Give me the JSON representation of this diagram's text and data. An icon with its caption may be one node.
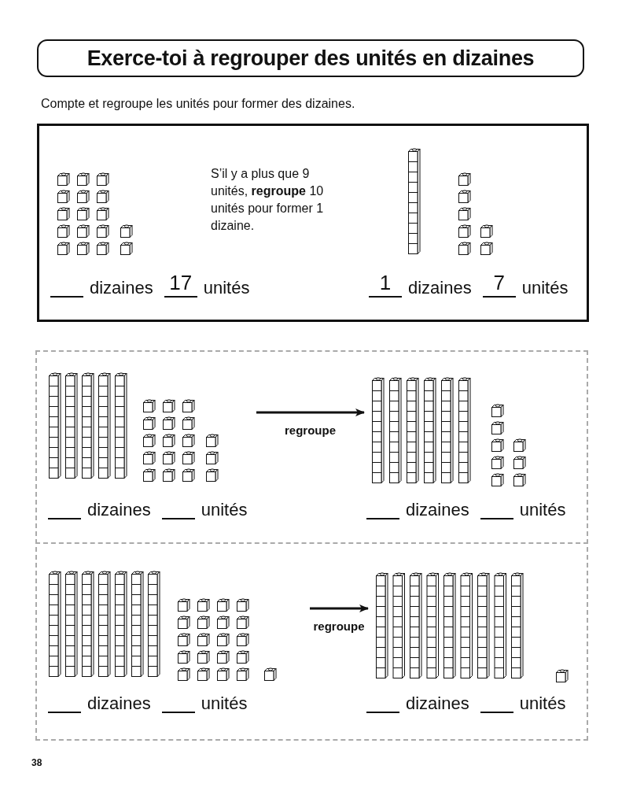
{
  "diagram": {
    "title": "Exerce-toi à regrouper des unités en dizaines",
    "nodes": [
      {
        "text": [],
        "shape": "picture",
        "beside": [
          "dizaines",
          "unités"
        ]
      },
      {
        "text": [],
        "shape": "picture",
        "beside": [
          "dizaines",
          "unités"
        ]
      },
      {
        "text": [],
        "shape": "picture",
        "beside": [
          "dizaines",
          "unités"
        ]
      },
      {
        "text": [],
        "shape": "picture",
        "beside": [
          "dizaines",
          "unités"
        ]
      }
    ],
    "edges": [
      {
        "from": 0,
        "to": 1,
        "arrow": "to",
        "label": "regroupe"
      },
      {
        "from": 2,
        "to": 3,
        "arrow": "to",
        "label": "regroupe"
      }
    ],
    "labels": [
      "Compte et regroupe les unités pour former des dizaines.",
      "S’il y a plus que 9 unités, **regroupe** 10 unités pour former 1 dizaine.",
      "dizaines",
      "17",
      "unités",
      "1",
      "dizaines",
      "7",
      "unités",
      "38"
    ]
  }
}
